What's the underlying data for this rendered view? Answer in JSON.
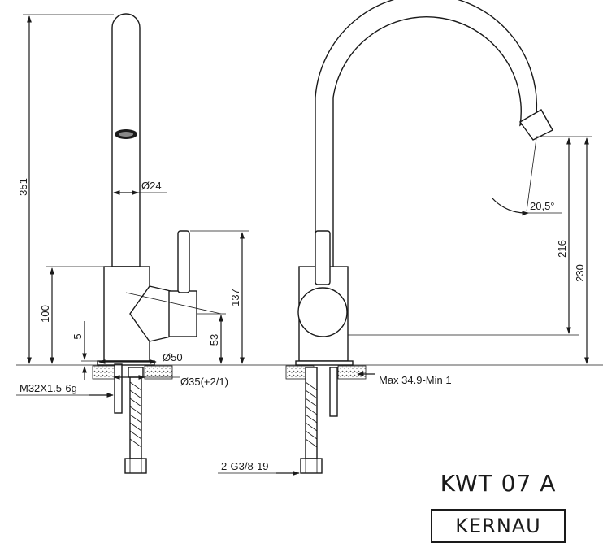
{
  "drawing": {
    "model": "KWT 07 A",
    "brand": "KERNAU",
    "dimensions": {
      "total_height": "351",
      "spout_diameter": "Ø24",
      "body_height": "100",
      "base_ring": "5",
      "handle_height": "137",
      "handle_offset": "53",
      "base_diameter": "Ø50",
      "hole_diameter": "Ø35(+2/1)",
      "thread": "M32X1.5-6g",
      "countertop": "Max 34.9-Min 1",
      "hose_connection": "2-G3/8-19",
      "swivel_angle": "20,5°",
      "outlet_height": "216",
      "spout_height": "230"
    }
  }
}
